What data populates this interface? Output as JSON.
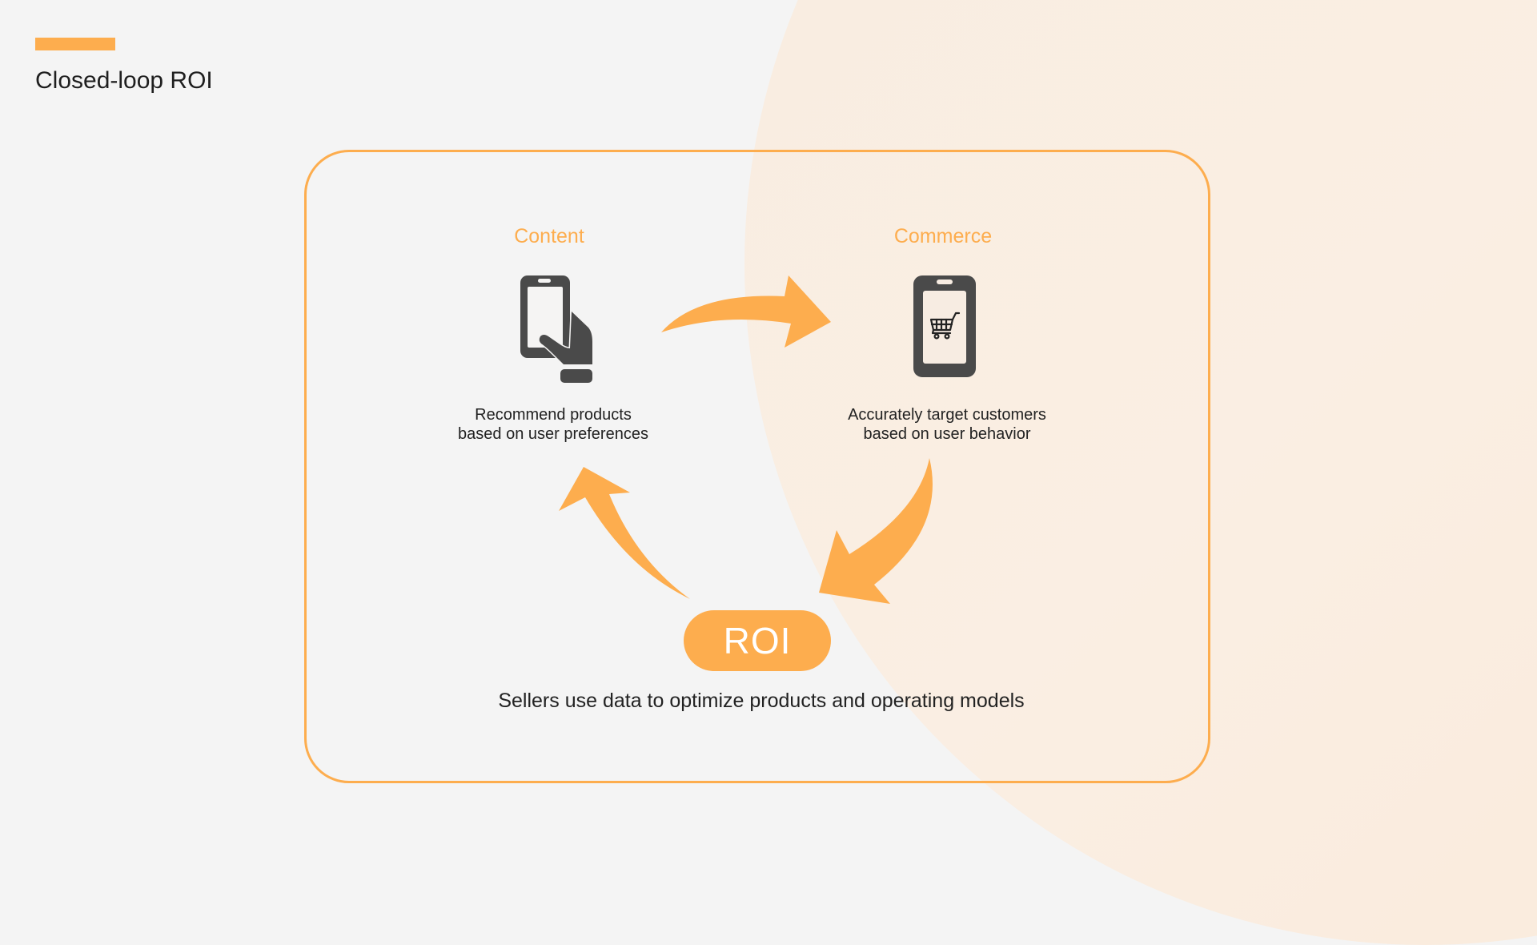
{
  "slide": {
    "title": "Closed-loop ROI",
    "accent_color": "#fdad4e",
    "icon_color": "#4a4a4a"
  },
  "diagram": {
    "nodes": [
      {
        "id": "content",
        "label": "Content",
        "icon": "hand-holding-phone-icon",
        "description_lines": [
          "Recommend products",
          "based on user preferences"
        ]
      },
      {
        "id": "commerce",
        "label": "Commerce",
        "icon": "phone-shopping-cart-icon",
        "description_lines": [
          "Accurately target customers",
          "based on user behavior"
        ]
      }
    ],
    "center": {
      "label": "ROI",
      "caption": "Sellers use data to optimize products and operating models"
    },
    "arrows": [
      {
        "from": "content",
        "to": "commerce"
      },
      {
        "from": "commerce",
        "to": "roi"
      },
      {
        "from": "roi",
        "to": "content"
      }
    ]
  }
}
